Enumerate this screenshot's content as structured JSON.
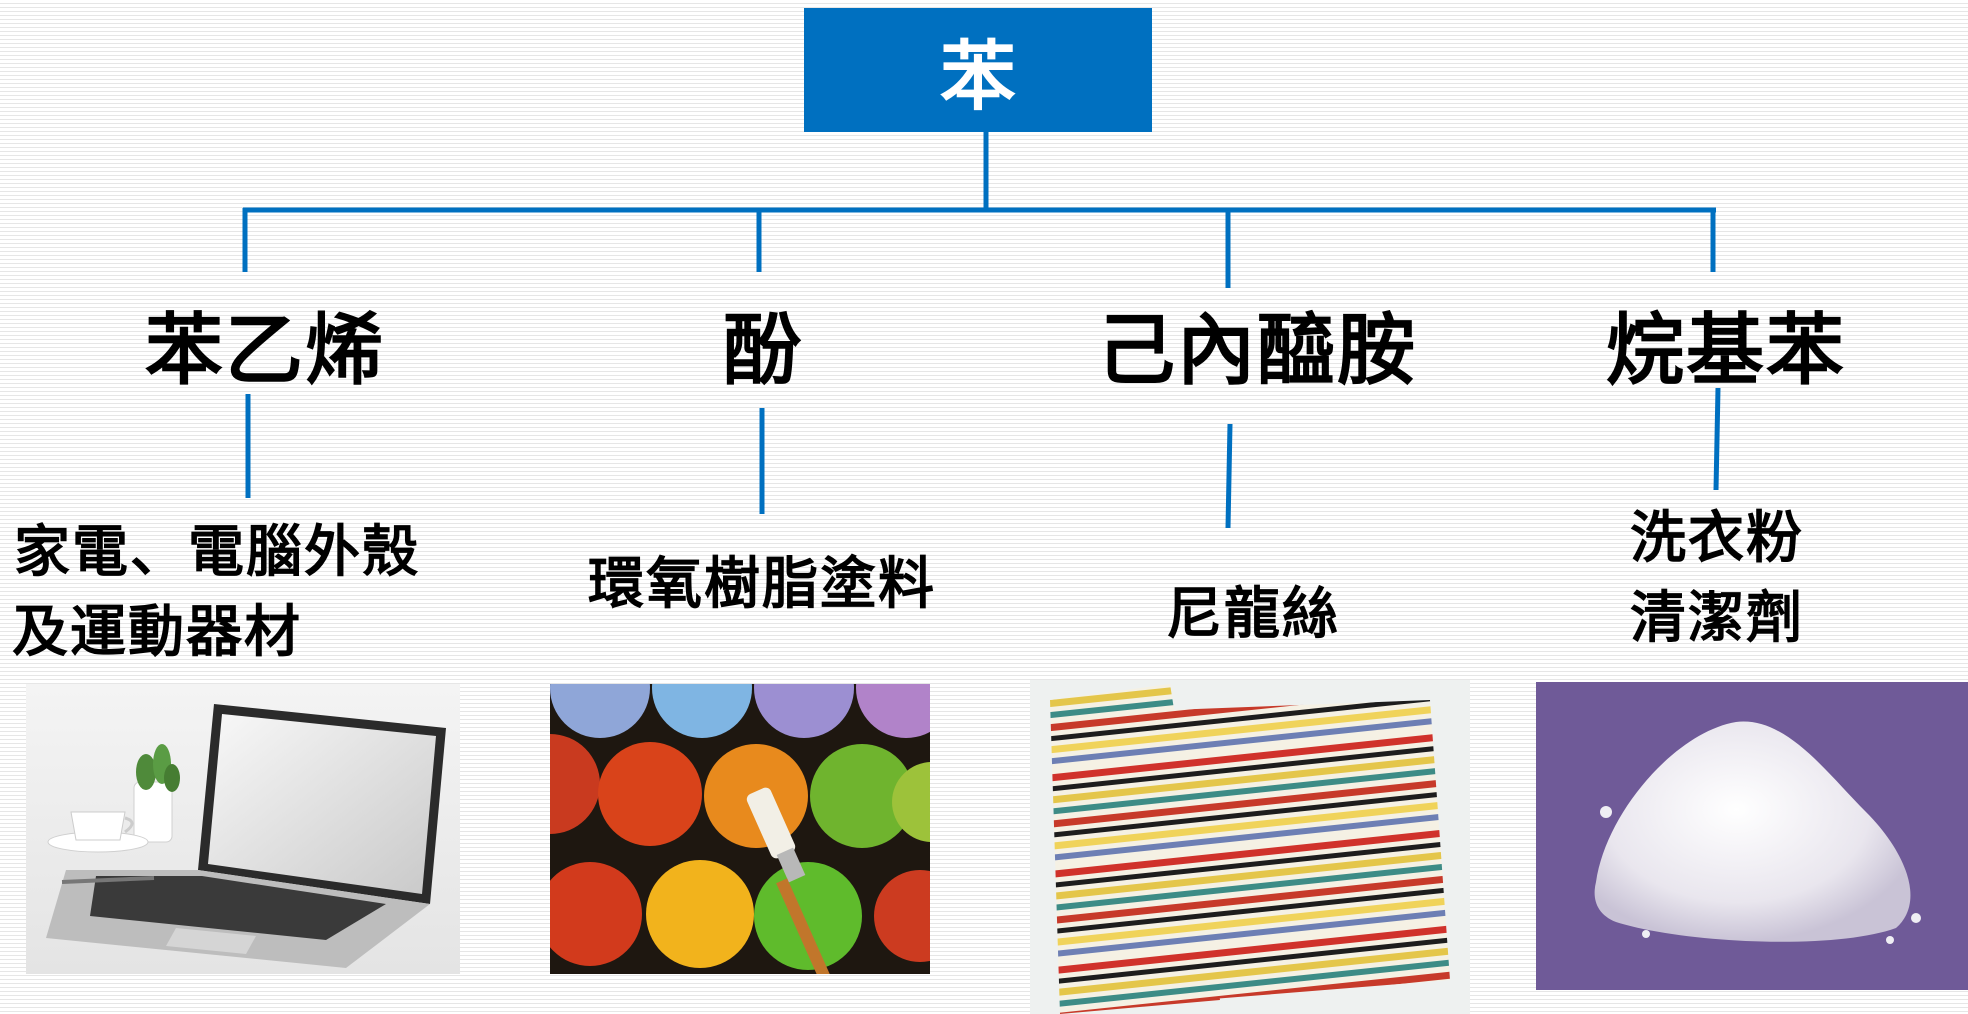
{
  "diagram": {
    "root": {
      "label": "苯"
    },
    "branches": [
      {
        "product": "苯乙烯",
        "uses": [
          "家電、電腦外殼",
          "及運動器材"
        ],
        "picture": "laptop-computer"
      },
      {
        "product": "酚",
        "uses": [
          "環氧樹脂塗料"
        ],
        "picture": "paint-jars-with-brush"
      },
      {
        "product": "己內醯胺",
        "uses": [
          "尼龍絲"
        ],
        "picture": "striped-nylon-fabric"
      },
      {
        "product": "烷基苯",
        "uses": [
          "洗衣粉",
          "清潔劑"
        ],
        "picture": "detergent-powder-pile"
      }
    ]
  },
  "colors": {
    "root_fill": "#0070c0",
    "root_text": "#ffffff",
    "connector": "#0070c0"
  }
}
